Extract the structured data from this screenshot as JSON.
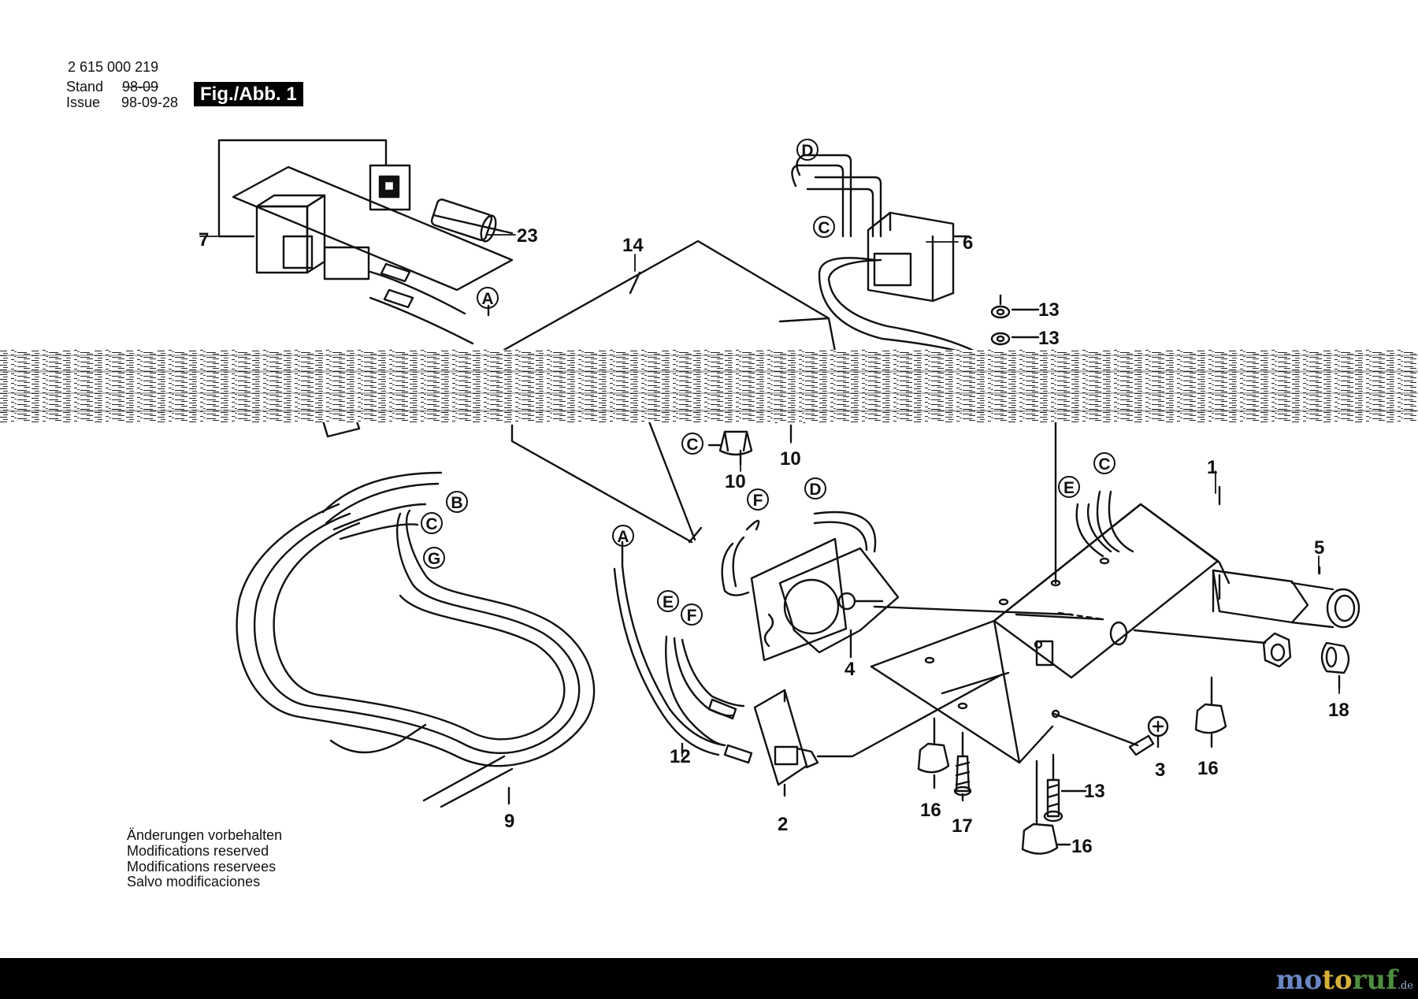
{
  "header": {
    "part_number": "2 615 000 219",
    "stand_label": "Stand",
    "issue_label": "Issue",
    "old_date": "98-09",
    "issue_date": "98-09-28",
    "figure_tag": "Fig./Abb. 1"
  },
  "notes": [
    "Änderungen vorbehalten",
    "Modifications reserved",
    "Modifications reservees",
    "Salvo modificaciones"
  ],
  "callouts": {
    "c1": "1",
    "c2": "2",
    "c3": "3",
    "c4": "4",
    "c5": "5",
    "c6": "6",
    "c7": "7",
    "c9": "9",
    "c10a": "10",
    "c10b": "10",
    "c12": "12",
    "c13a": "13",
    "c13b": "13",
    "c13c": "13",
    "c14": "14",
    "c16a": "16",
    "c16b": "16",
    "c16c": "16",
    "c17": "17",
    "c18": "18",
    "c23": "23"
  },
  "connector_letters": {
    "a1": "A",
    "a2": "A",
    "b1": "B",
    "c1": "C",
    "c2": "C",
    "c3": "C",
    "c4": "C",
    "d1": "D",
    "d2": "D",
    "e1": "E",
    "e2": "E",
    "f1": "F",
    "f2": "F",
    "g1": "G"
  },
  "logo": {
    "part1": "mo",
    "part2": "to",
    "part3": "ruf",
    "tld": ".de"
  },
  "colors": {
    "ink": "#111111",
    "footer": "#000000",
    "logo_blue": "#6a86c4",
    "logo_gold": "#d7b13a",
    "logo_green": "#4d8d3f"
  }
}
